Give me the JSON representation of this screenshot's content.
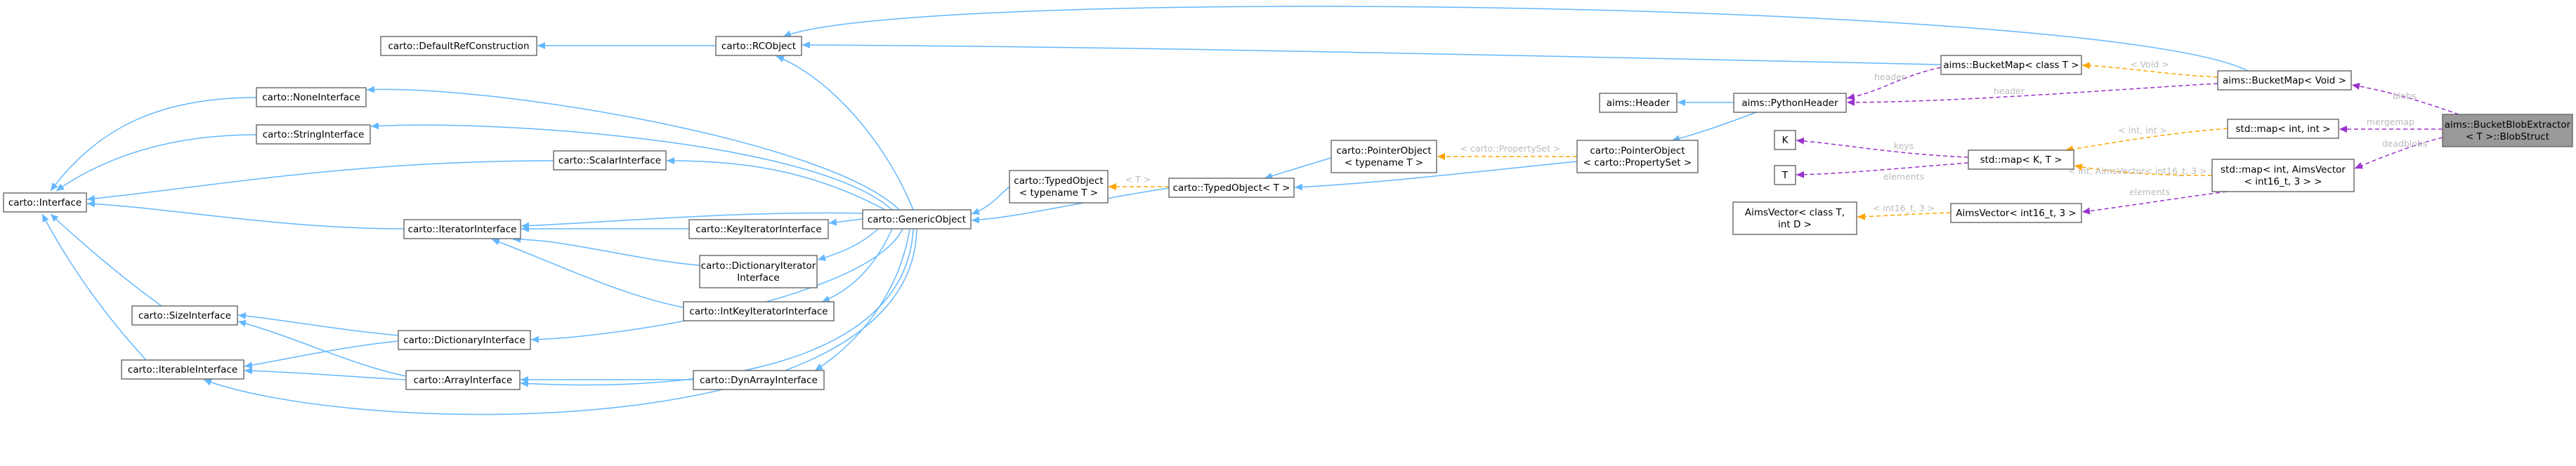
{
  "colors": {
    "inherit": "#63b8ff",
    "template": "#ffa500",
    "usage": "#9a32cd",
    "label": "#bbbbbb",
    "node_border": "#666666",
    "highlight_fill": "#999999"
  },
  "nodes": [
    {
      "id": "interface",
      "lines": [
        "carto::Interface"
      ]
    },
    {
      "id": "noneinterface",
      "lines": [
        "carto::NoneInterface"
      ]
    },
    {
      "id": "stringinterface",
      "lines": [
        "carto::StringInterface"
      ]
    },
    {
      "id": "scalarinterface",
      "lines": [
        "carto::ScalarInterface"
      ]
    },
    {
      "id": "iteratorinterface",
      "lines": [
        "carto::IteratorInterface"
      ]
    },
    {
      "id": "sizeinterface",
      "lines": [
        "carto::SizeInterface"
      ]
    },
    {
      "id": "iterableinterface",
      "lines": [
        "carto::IterableInterface"
      ]
    },
    {
      "id": "dictionaryinterface",
      "lines": [
        "carto::DictionaryInterface"
      ]
    },
    {
      "id": "arrayinterface",
      "lines": [
        "carto::ArrayInterface"
      ]
    },
    {
      "id": "keyiteratorinterface",
      "lines": [
        "carto::KeyIteratorInterface"
      ]
    },
    {
      "id": "dictionaryiteratorinterface",
      "lines": [
        "carto::DictionaryIterator",
        "Interface"
      ]
    },
    {
      "id": "intkeyiteratorinterface",
      "lines": [
        "carto::IntKeyIteratorInterface"
      ]
    },
    {
      "id": "dynarrayinterface",
      "lines": [
        "carto::DynArrayInterface"
      ]
    },
    {
      "id": "defaultrefconstruction",
      "lines": [
        "carto::DefaultRefConstruction"
      ]
    },
    {
      "id": "rcobject",
      "lines": [
        "carto::RCObject"
      ]
    },
    {
      "id": "genericobject",
      "lines": [
        "carto::GenericObject"
      ]
    },
    {
      "id": "typedobject_t",
      "lines": [
        "carto::TypedObject",
        "< typename T >"
      ]
    },
    {
      "id": "typedobject_T",
      "lines": [
        "carto::TypedObject< T >"
      ]
    },
    {
      "id": "pointerobject_t",
      "lines": [
        "carto::PointerObject",
        "< typename T >"
      ]
    },
    {
      "id": "pointerobject_ps",
      "lines": [
        "carto::PointerObject",
        "< carto::PropertySet >"
      ]
    },
    {
      "id": "aimsheader",
      "lines": [
        "aims::Header"
      ]
    },
    {
      "id": "pythonheader",
      "lines": [
        "aims::PythonHeader"
      ]
    },
    {
      "id": "bucketmap_t",
      "lines": [
        "aims::BucketMap< class T >"
      ]
    },
    {
      "id": "bucketmap_void",
      "lines": [
        "aims::BucketMap< Void >"
      ]
    },
    {
      "id": "K",
      "lines": [
        "K"
      ]
    },
    {
      "id": "T",
      "lines": [
        "T"
      ]
    },
    {
      "id": "stdmap_kt",
      "lines": [
        "std::map< K, T >"
      ]
    },
    {
      "id": "stdmap_intint",
      "lines": [
        "std::map< int, int >"
      ]
    },
    {
      "id": "stdmap_intaims",
      "lines": [
        "std::map< int, AimsVector",
        "< int16_t, 3 > >"
      ]
    },
    {
      "id": "aimsvector_classT",
      "lines": [
        "AimsVector< class T,",
        "int D >"
      ]
    },
    {
      "id": "aimsvector_int16",
      "lines": [
        "AimsVector< int16_t, 3 >"
      ]
    },
    {
      "id": "blobstruct",
      "lines": [
        "aims::BucketBlobExtractor",
        "< T >::BlobStruct"
      ]
    }
  ],
  "edges": [
    {
      "from": "noneinterface",
      "to": "interface",
      "kind": "inherit"
    },
    {
      "from": "stringinterface",
      "to": "interface",
      "kind": "inherit"
    },
    {
      "from": "scalarinterface",
      "to": "interface",
      "kind": "inherit"
    },
    {
      "from": "iteratorinterface",
      "to": "interface",
      "kind": "inherit"
    },
    {
      "from": "sizeinterface",
      "to": "interface",
      "kind": "inherit"
    },
    {
      "from": "iterableinterface",
      "to": "interface",
      "kind": "inherit"
    },
    {
      "from": "dictionaryinterface",
      "to": "sizeinterface",
      "kind": "inherit"
    },
    {
      "from": "dictionaryinterface",
      "to": "iterableinterface",
      "kind": "inherit"
    },
    {
      "from": "arrayinterface",
      "to": "sizeinterface",
      "kind": "inherit"
    },
    {
      "from": "arrayinterface",
      "to": "iterableinterface",
      "kind": "inherit"
    },
    {
      "from": "keyiteratorinterface",
      "to": "iteratorinterface",
      "kind": "inherit"
    },
    {
      "from": "dictionaryiteratorinterface",
      "to": "iteratorinterface",
      "kind": "inherit"
    },
    {
      "from": "intkeyiteratorinterface",
      "to": "iteratorinterface",
      "kind": "inherit"
    },
    {
      "from": "dynarrayinterface",
      "to": "arrayinterface",
      "kind": "inherit"
    },
    {
      "from": "rcobject",
      "to": "defaultrefconstruction",
      "kind": "inherit"
    },
    {
      "from": "genericobject",
      "to": "rcobject",
      "kind": "inherit"
    },
    {
      "from": "genericobject",
      "to": "noneinterface",
      "kind": "inherit"
    },
    {
      "from": "genericobject",
      "to": "stringinterface",
      "kind": "inherit"
    },
    {
      "from": "genericobject",
      "to": "scalarinterface",
      "kind": "inherit"
    },
    {
      "from": "genericobject",
      "to": "iteratorinterface",
      "kind": "inherit"
    },
    {
      "from": "genericobject",
      "to": "keyiteratorinterface",
      "kind": "inherit"
    },
    {
      "from": "genericobject",
      "to": "dictionaryiteratorinterface",
      "kind": "inherit"
    },
    {
      "from": "genericobject",
      "to": "intkeyiteratorinterface",
      "kind": "inherit"
    },
    {
      "from": "genericobject",
      "to": "dictionaryinterface",
      "kind": "inherit"
    },
    {
      "from": "genericobject",
      "to": "dynarrayinterface",
      "kind": "inherit"
    },
    {
      "from": "genericobject",
      "to": "arrayinterface",
      "kind": "inherit"
    },
    {
      "from": "genericobject",
      "to": "iterableinterface",
      "kind": "inherit"
    },
    {
      "from": "typedobject_t",
      "to": "genericobject",
      "kind": "inherit"
    },
    {
      "from": "typedobject_T",
      "to": "genericobject",
      "kind": "inherit"
    },
    {
      "from": "typedobject_T",
      "to": "typedobject_t",
      "kind": "template",
      "label": "< T >"
    },
    {
      "from": "pointerobject_t",
      "to": "typedobject_T",
      "kind": "inherit"
    },
    {
      "from": "pointerobject_ps",
      "to": "typedobject_T",
      "kind": "inherit"
    },
    {
      "from": "pointerobject_ps",
      "to": "pointerobject_t",
      "kind": "template",
      "label": "< carto::PropertySet >"
    },
    {
      "from": "pythonheader",
      "to": "aimsheader",
      "kind": "inherit"
    },
    {
      "from": "pythonheader",
      "to": "pointerobject_ps",
      "kind": "inherit"
    },
    {
      "from": "bucketmap_t",
      "to": "rcobject",
      "kind": "inherit"
    },
    {
      "from": "bucketmap_t",
      "to": "pythonheader",
      "kind": "usage",
      "label": "header"
    },
    {
      "from": "bucketmap_void",
      "to": "rcobject",
      "kind": "inherit"
    },
    {
      "from": "bucketmap_void",
      "to": "pythonheader",
      "kind": "usage",
      "label": "header"
    },
    {
      "from": "bucketmap_void",
      "to": "bucketmap_t",
      "kind": "template",
      "label": "< Void >"
    },
    {
      "from": "stdmap_kt",
      "to": "K",
      "kind": "usage",
      "label": "keys"
    },
    {
      "from": "stdmap_kt",
      "to": "T",
      "kind": "usage",
      "label": "elements"
    },
    {
      "from": "stdmap_intint",
      "to": "stdmap_kt",
      "kind": "template",
      "label": "< int, int >"
    },
    {
      "from": "stdmap_intaims",
      "to": "stdmap_kt",
      "kind": "template",
      "label": "< int, AimsVector< int16_t, 3 > >"
    },
    {
      "from": "stdmap_intaims",
      "to": "aimsvector_int16",
      "kind": "usage",
      "label": "elements"
    },
    {
      "from": "aimsvector_int16",
      "to": "aimsvector_classT",
      "kind": "template",
      "label": "< int16_t, 3 >"
    },
    {
      "from": "blobstruct",
      "to": "bucketmap_void",
      "kind": "usage",
      "label": "blobs"
    },
    {
      "from": "blobstruct",
      "to": "stdmap_intint",
      "kind": "usage",
      "label": "mergemap"
    },
    {
      "from": "blobstruct",
      "to": "stdmap_intaims",
      "kind": "usage",
      "label": "deadblobs"
    }
  ]
}
